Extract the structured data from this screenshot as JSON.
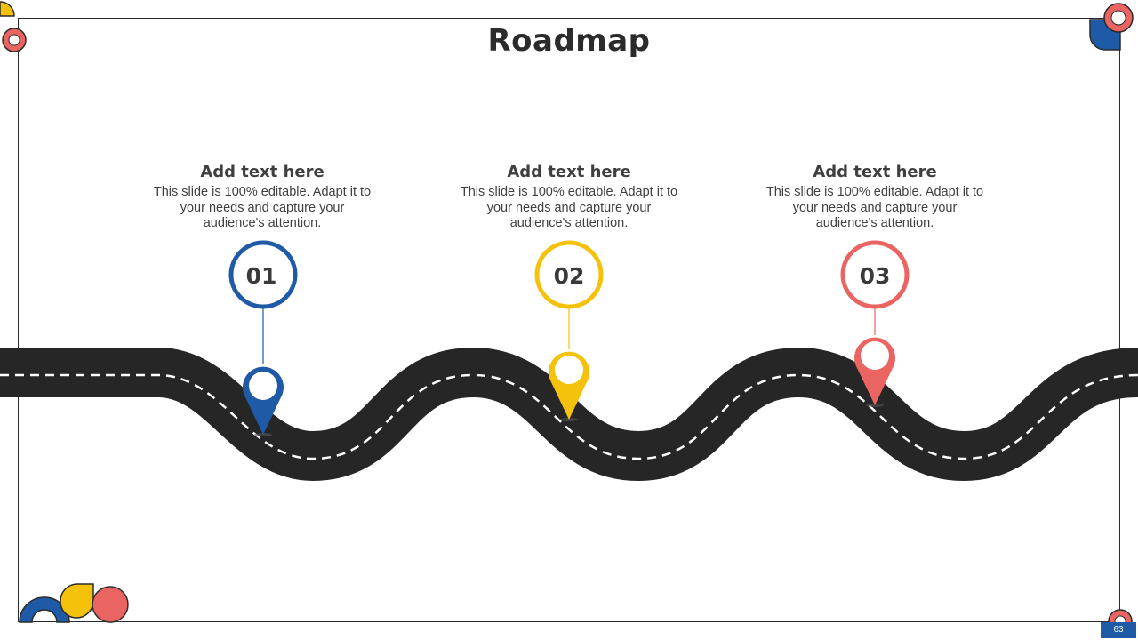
{
  "slide": {
    "title": "Roadmap",
    "page_number": "63"
  },
  "colors": {
    "blue": "#1f5aa6",
    "yellow": "#f5c20b",
    "coral": "#ea6461",
    "road": "#262626",
    "dash": "#ffffff"
  },
  "steps": [
    {
      "number": "01",
      "heading": "Add text here",
      "description": "This slide is 100% editable. Adapt it to your needs and capture your audience's attention.",
      "color": "blue",
      "icon": "map-pin-icon"
    },
    {
      "number": "02",
      "heading": "Add text here",
      "description": "This slide is 100% editable. Adapt it to your needs and capture your audience's attention.",
      "color": "yellow",
      "icon": "map-pin-icon"
    },
    {
      "number": "03",
      "heading": "Add text here",
      "description": "This slide is 100% editable. Adapt it to your needs and capture your audience's attention.",
      "color": "coral",
      "icon": "map-pin-icon"
    }
  ]
}
